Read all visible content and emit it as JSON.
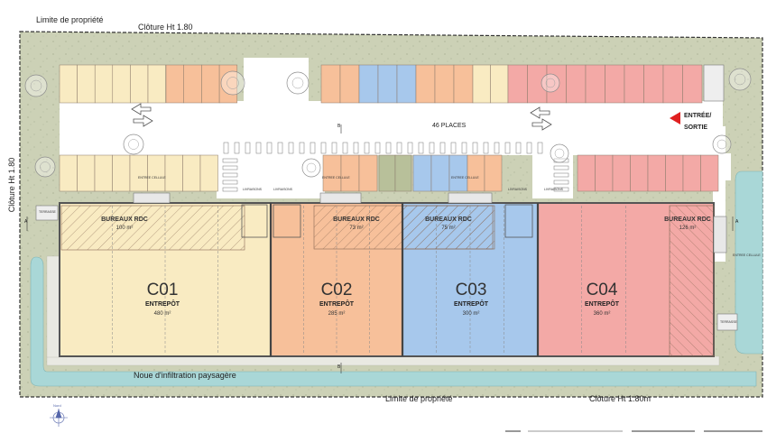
{
  "labels": {
    "property_limit_top": "Limite de propriété",
    "fence_top": "Clôture Ht 1.80",
    "fence_left": "Clôture Ht 1.80",
    "places": "46 PLACES",
    "entry_line1": "ENTRÉE/",
    "entry_line2": "SORTIE",
    "swale": "Noue d'infiltration paysagère",
    "property_limit_bottom": "Limite de propriété",
    "fence_bottom": "Clôture Ht 1.80m",
    "section_a": "A",
    "section_b": "B",
    "north": "Nord",
    "delivery": "LIVRAISONS",
    "entrance_small": "ENTREE CELLULE",
    "waste": "TERRASSE"
  },
  "units": [
    {
      "code": "C01",
      "use": "ENTREPÔT",
      "area": "480 m²",
      "office": "BUREAUX RDC",
      "office_area": "100 m²",
      "color": "#f9ebc2"
    },
    {
      "code": "C02",
      "use": "ENTREPÔT",
      "area": "285 m²",
      "office": "BUREAUX RDC",
      "office_area": "73 m²",
      "color": "#f7c09a"
    },
    {
      "code": "C03",
      "use": "ENTREPÔT",
      "area": "300 m²",
      "office": "BUREAUX RDC",
      "office_area": "75 m²",
      "color": "#a7c8ec"
    },
    {
      "code": "C04",
      "use": "ENTREPÔT",
      "area": "360 m²",
      "office": "BUREAUX RDC",
      "office_area": "126 m²",
      "color": "#f3a9a6"
    }
  ],
  "colors": {
    "landscape": "#ccd1b6",
    "water": "#a9d7d7",
    "road": "#ffffff",
    "wall": "#555555",
    "entry_arrow": "#e02020"
  }
}
